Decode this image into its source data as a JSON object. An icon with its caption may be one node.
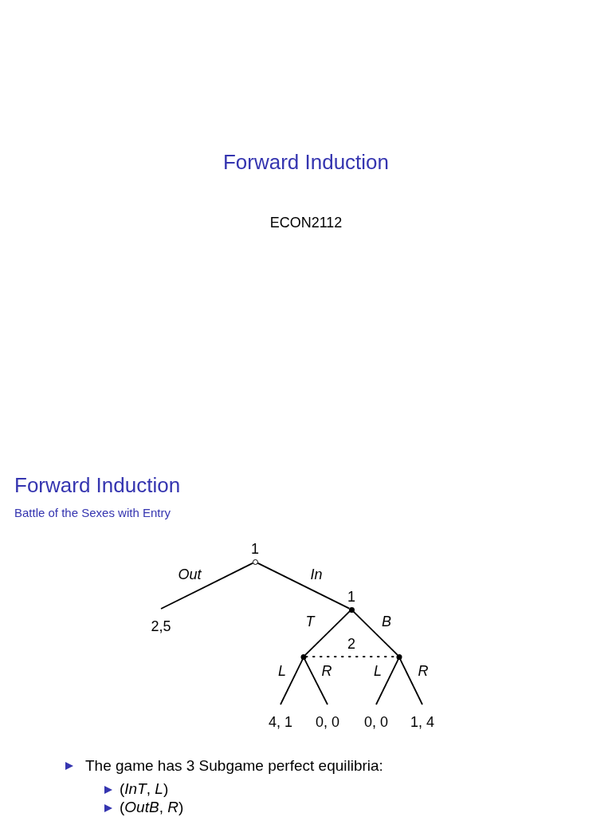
{
  "diagram": {
    "title": "Forward Induction",
    "nodes": [
      {
        "text": [
          "1"
        ]
      },
      {
        "text": [
          "2,5"
        ]
      },
      {
        "text": [
          "1"
        ]
      },
      {
        "text": [],
        "shape": "circle"
      },
      {
        "text": [],
        "shape": "circle"
      },
      {
        "text": [
          "4, 1"
        ]
      },
      {
        "text": [
          "0, 0"
        ]
      },
      {
        "text": [
          "0, 0"
        ]
      },
      {
        "text": [
          "1, 4"
        ]
      }
    ],
    "edges": [
      {
        "from": 0,
        "to": 1,
        "arrow": "none",
        "label": "Out"
      },
      {
        "from": 0,
        "to": 2,
        "arrow": "none",
        "label": "In"
      },
      {
        "from": 2,
        "to": 3,
        "arrow": "none",
        "label": "T"
      },
      {
        "from": 2,
        "to": 4,
        "arrow": "none",
        "label": "B"
      },
      {
        "from": 3,
        "to": 4,
        "arrow": "none",
        "label": "2",
        "style": "dashed"
      },
      {
        "from": 3,
        "to": 5,
        "arrow": "none",
        "label": "L"
      },
      {
        "from": 3,
        "to": 6,
        "arrow": "none",
        "label": "R"
      },
      {
        "from": 4,
        "to": 7,
        "arrow": "none",
        "label": "L"
      },
      {
        "from": 4,
        "to": 8,
        "arrow": "none",
        "label": "R"
      }
    ],
    "labels": [
      "ECON2112",
      "Forward Induction",
      "Battle of the Sexes with Entry",
      "The game has 3 Subgame perfect equilibria:",
      "(*InT*, *L*)",
      "(*OutB*, *R*)"
    ]
  }
}
